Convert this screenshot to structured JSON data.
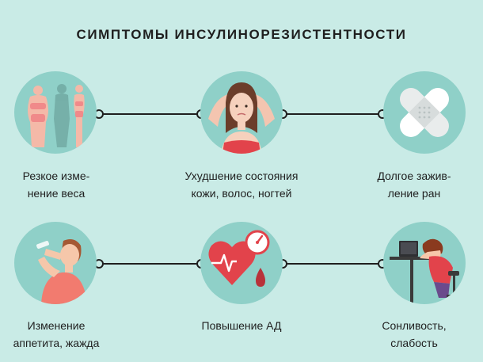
{
  "title": "СИМПТОМЫ ИНСУЛИНОРЕЗИСТЕНТНОСТИ",
  "symptoms": [
    {
      "icon": "weight-change-icon",
      "lines": [
        "Резкое изме-",
        "нение веса"
      ]
    },
    {
      "icon": "woman-hair-skin-icon",
      "lines": [
        "Ухудшение состояния",
        "кожи, волос, ногтей"
      ]
    },
    {
      "icon": "bandage-cross-icon",
      "lines": [
        "Долгое зажив-",
        "ление ран"
      ]
    },
    {
      "icon": "man-drinking-icon",
      "lines": [
        "Изменение",
        "аппетита, жажда"
      ]
    },
    {
      "icon": "heart-pressure-gauge-icon",
      "lines": [
        "Повышение АД"
      ]
    },
    {
      "icon": "tired-worker-desk-icon",
      "lines": [
        "Сонливость,",
        "слабость"
      ]
    }
  ],
  "colors": {
    "background": "#c9ebe6",
    "circle": "#8fd0c8",
    "line": "#1f1f1f",
    "accent_red": "#e2434b"
  }
}
